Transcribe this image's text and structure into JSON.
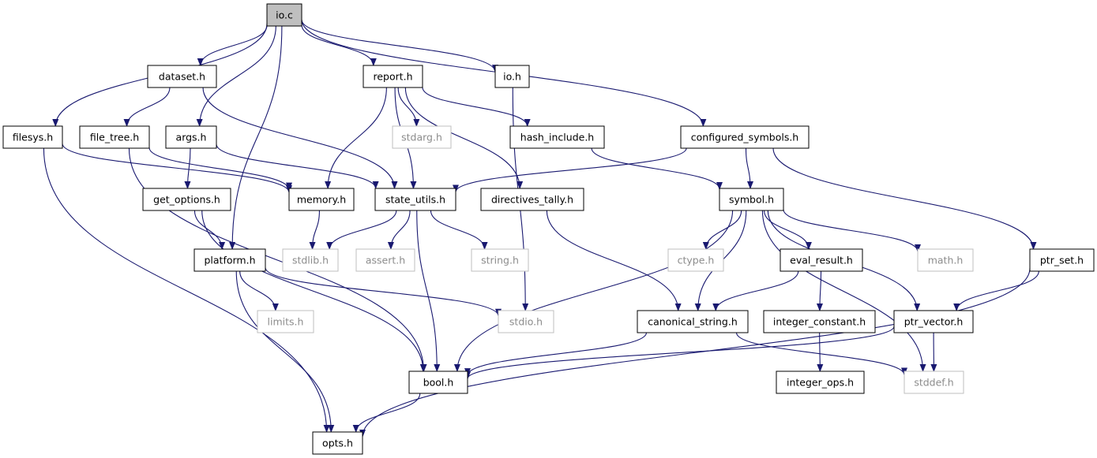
{
  "colors": {
    "edge": "#191970",
    "root_fill": "#bfbfbf",
    "node_border": "#000000",
    "system_border": "#bfbfbf",
    "system_text": "#8c8c8c",
    "text": "#000000"
  },
  "nodes": [
    {
      "id": "io_c",
      "label": "io.c",
      "kind": "root"
    },
    {
      "id": "dataset_h",
      "label": "dataset.h",
      "kind": "local"
    },
    {
      "id": "report_h",
      "label": "report.h",
      "kind": "local"
    },
    {
      "id": "io_h",
      "label": "io.h",
      "kind": "local"
    },
    {
      "id": "filesys_h",
      "label": "filesys.h",
      "kind": "local"
    },
    {
      "id": "file_tree_h",
      "label": "file_tree.h",
      "kind": "local"
    },
    {
      "id": "args_h",
      "label": "args.h",
      "kind": "local"
    },
    {
      "id": "stdarg_h",
      "label": "stdarg.h",
      "kind": "system"
    },
    {
      "id": "hash_include_h",
      "label": "hash_include.h",
      "kind": "local"
    },
    {
      "id": "configured_symbols_h",
      "label": "configured_symbols.h",
      "kind": "local"
    },
    {
      "id": "get_options_h",
      "label": "get_options.h",
      "kind": "local"
    },
    {
      "id": "memory_h",
      "label": "memory.h",
      "kind": "local"
    },
    {
      "id": "state_utils_h",
      "label": "state_utils.h",
      "kind": "local"
    },
    {
      "id": "directives_tally_h",
      "label": "directives_tally.h",
      "kind": "local"
    },
    {
      "id": "symbol_h",
      "label": "symbol.h",
      "kind": "local"
    },
    {
      "id": "platform_h",
      "label": "platform.h",
      "kind": "local"
    },
    {
      "id": "stdlib_h",
      "label": "stdlib.h",
      "kind": "system"
    },
    {
      "id": "assert_h",
      "label": "assert.h",
      "kind": "system"
    },
    {
      "id": "string_h",
      "label": "string.h",
      "kind": "system"
    },
    {
      "id": "ctype_h",
      "label": "ctype.h",
      "kind": "system"
    },
    {
      "id": "eval_result_h",
      "label": "eval_result.h",
      "kind": "local"
    },
    {
      "id": "math_h",
      "label": "math.h",
      "kind": "system"
    },
    {
      "id": "ptr_set_h",
      "label": "ptr_set.h",
      "kind": "local"
    },
    {
      "id": "limits_h",
      "label": "limits.h",
      "kind": "system"
    },
    {
      "id": "stdio_h",
      "label": "stdio.h",
      "kind": "system"
    },
    {
      "id": "canonical_string_h",
      "label": "canonical_string.h",
      "kind": "local"
    },
    {
      "id": "integer_constant_h",
      "label": "integer_constant.h",
      "kind": "local"
    },
    {
      "id": "ptr_vector_h",
      "label": "ptr_vector.h",
      "kind": "local"
    },
    {
      "id": "bool_h",
      "label": "bool.h",
      "kind": "local"
    },
    {
      "id": "integer_ops_h",
      "label": "integer_ops.h",
      "kind": "local"
    },
    {
      "id": "stddef_h",
      "label": "stddef.h",
      "kind": "system"
    },
    {
      "id": "opts_h",
      "label": "opts.h",
      "kind": "local"
    }
  ],
  "edges": [
    [
      "io_c",
      "dataset_h"
    ],
    [
      "io_c",
      "report_h"
    ],
    [
      "io_c",
      "io_h"
    ],
    [
      "io_c",
      "filesys_h"
    ],
    [
      "io_c",
      "args_h"
    ],
    [
      "io_c",
      "platform_h"
    ],
    [
      "io_c",
      "configured_symbols_h"
    ],
    [
      "dataset_h",
      "file_tree_h"
    ],
    [
      "dataset_h",
      "state_utils_h"
    ],
    [
      "report_h",
      "memory_h"
    ],
    [
      "report_h",
      "state_utils_h"
    ],
    [
      "report_h",
      "stdarg_h"
    ],
    [
      "report_h",
      "hash_include_h"
    ],
    [
      "report_h",
      "directives_tally_h"
    ],
    [
      "io_h",
      "stdio_h"
    ],
    [
      "filesys_h",
      "memory_h"
    ],
    [
      "filesys_h",
      "opts_h"
    ],
    [
      "file_tree_h",
      "memory_h"
    ],
    [
      "file_tree_h",
      "bool_h"
    ],
    [
      "args_h",
      "get_options_h"
    ],
    [
      "args_h",
      "state_utils_h"
    ],
    [
      "hash_include_h",
      "symbol_h"
    ],
    [
      "configured_symbols_h",
      "state_utils_h"
    ],
    [
      "configured_symbols_h",
      "symbol_h"
    ],
    [
      "configured_symbols_h",
      "ptr_set_h"
    ],
    [
      "get_options_h",
      "platform_h"
    ],
    [
      "get_options_h",
      "bool_h"
    ],
    [
      "memory_h",
      "stdlib_h"
    ],
    [
      "state_utils_h",
      "stdlib_h"
    ],
    [
      "state_utils_h",
      "assert_h"
    ],
    [
      "state_utils_h",
      "string_h"
    ],
    [
      "state_utils_h",
      "bool_h"
    ],
    [
      "directives_tally_h",
      "canonical_string_h"
    ],
    [
      "symbol_h",
      "ctype_h"
    ],
    [
      "symbol_h",
      "eval_result_h"
    ],
    [
      "symbol_h",
      "math_h"
    ],
    [
      "symbol_h",
      "canonical_string_h"
    ],
    [
      "symbol_h",
      "ptr_vector_h"
    ],
    [
      "symbol_h",
      "bool_h"
    ],
    [
      "symbol_h",
      "stddef_h"
    ],
    [
      "platform_h",
      "limits_h"
    ],
    [
      "platform_h",
      "stdio_h"
    ],
    [
      "platform_h",
      "opts_h"
    ],
    [
      "eval_result_h",
      "canonical_string_h"
    ],
    [
      "eval_result_h",
      "integer_constant_h"
    ],
    [
      "ptr_set_h",
      "ptr_vector_h"
    ],
    [
      "ptr_set_h",
      "opts_h"
    ],
    [
      "canonical_string_h",
      "bool_h"
    ],
    [
      "canonical_string_h",
      "stddef_h"
    ],
    [
      "integer_constant_h",
      "integer_ops_h"
    ],
    [
      "ptr_vector_h",
      "bool_h"
    ],
    [
      "ptr_vector_h",
      "stddef_h"
    ],
    [
      "bool_h",
      "opts_h"
    ]
  ]
}
